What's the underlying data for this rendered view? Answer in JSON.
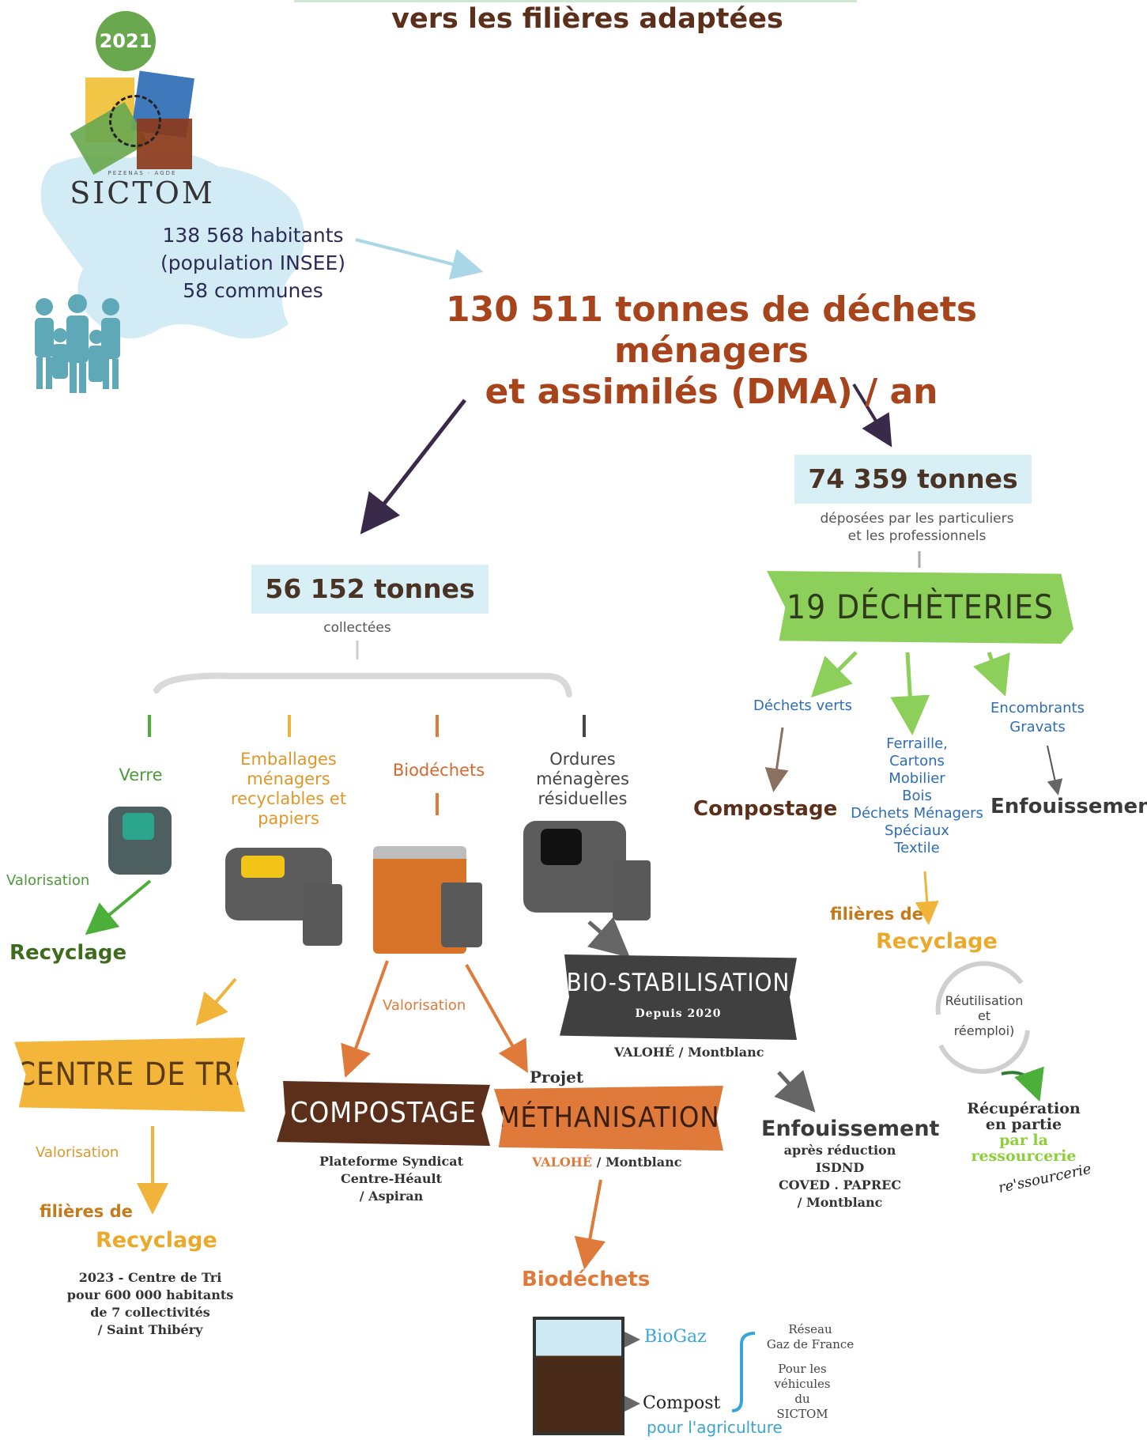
{
  "header": {
    "title": "vers les filières adaptées"
  },
  "badge": {
    "year": "2021"
  },
  "logo": {
    "name": "SICTOM",
    "subtitle": "PEZENAS · AGDE"
  },
  "population": {
    "line1": "138 568 habitants",
    "line2": "(population INSEE)",
    "line3": "58 communes"
  },
  "total": {
    "line1": "130 511 tonnes de déchets ménagers",
    "line2": "et assimilés (DMA) / an"
  },
  "left_branch": {
    "tonnes": "56 152 tonnes",
    "caption": "collectées",
    "categories": {
      "verre": "Verre",
      "emballages": "Emballages ménagers recyclables et papiers",
      "biodechets": "Biodéchets",
      "ordures": "Ordures ménagères résiduelles"
    },
    "verre_valorisation": "Valorisation",
    "verre_recyclage": "Recyclage",
    "centre_de_tri": "CENTRE DE TRI",
    "tri_valorisation": "Valorisation",
    "tri_filieres": "filières de",
    "tri_recyclage": "Recyclage",
    "tri_note": {
      "l1": "2023 - Centre de Tri",
      "l2": "pour 600 000 habitants",
      "l3": "de 7 collectivités",
      "l4": "/ Saint Thibéry"
    },
    "bio_valorisation": "Valorisation",
    "compostage": "COMPOSTAGE",
    "compostage_note": {
      "l1": "Plateforme Syndicat",
      "l2": "Centre-Héault",
      "l3": "/ Aspiran"
    },
    "projet": "Projet",
    "methanisation": "MÉTHANISATION",
    "methanisation_note": {
      "a": "VALOHÉ",
      "b": " / Montblanc"
    },
    "biostab": "BIO-STABILISATION",
    "biostab_since": "Depuis 2020",
    "biostab_note": "VALOHÉ / Montblanc",
    "enfouissement": "Enfouissement",
    "enfouissement_note": {
      "l1": "après réduction",
      "l2": "ISDND",
      "l3": "COVED . PAPREC",
      "l4": "/ Montblanc"
    },
    "biodechets_label": "Biodéchets",
    "biogaz": "BioGaz",
    "compost": "Compost",
    "pour_agriculture": "pour l'agriculture",
    "reseau": {
      "l1": "Réseau",
      "l2": "Gaz de France"
    },
    "vehicules": {
      "l1": "Pour les",
      "l2": "véhicules",
      "l3": "du",
      "l4": "SICTOM"
    }
  },
  "right_branch": {
    "tonnes": "74 359 tonnes",
    "caption": {
      "l1": "déposées par les particuliers",
      "l2": "et les professionnels"
    },
    "decheteries": "19 DÉCHÈTERIES",
    "dechets_verts": "Déchets verts",
    "compostage": "Compostage",
    "materials": [
      "Ferraille,",
      "Cartons",
      "Mobilier",
      "Bois",
      "Déchets Ménagers",
      "Spéciaux",
      "Textile"
    ],
    "encombrants": {
      "l1": "Encombrants",
      "l2": "Gravats"
    },
    "enfouissement": "Enfouissement",
    "filieres": "filières de",
    "recyclage": "Recyclage",
    "reuse": {
      "l1": "Réutilisation",
      "l2": "et",
      "l3": "réemploi)"
    },
    "recuperation": {
      "l1": "Récupération",
      "l2": "en partie",
      "l3": "par la",
      "l4": "ressourcerie"
    },
    "ressourcerie_sign": "re'ssourcerie"
  },
  "colors": {
    "green": "#7dc242",
    "orange": "#f0b43a",
    "darkorange": "#e07a3a",
    "brown": "#5b2f1a",
    "gray": "#4a4a4a",
    "lightblue": "#d8eff6"
  }
}
